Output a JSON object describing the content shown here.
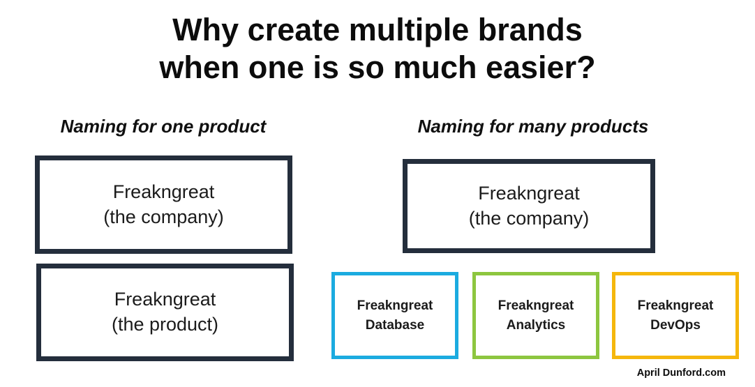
{
  "title": {
    "line1": "Why create multiple brands",
    "line2": "when one is so much easier?"
  },
  "left": {
    "heading": "Naming for one product",
    "box_company": {
      "name": "Freakngreat",
      "qualifier": "(the company)"
    },
    "box_product": {
      "name": "Freakngreat",
      "qualifier": "(the product)"
    }
  },
  "right": {
    "heading": "Naming for many products",
    "box_company": {
      "name": "Freakngreat",
      "qualifier": "(the company)"
    },
    "box_database": {
      "name": "Freakngreat",
      "label": "Database"
    },
    "box_analytics": {
      "name": "Freakngreat",
      "label": "Analytics"
    },
    "box_devops": {
      "name": "Freakngreat",
      "label": "DevOps"
    }
  },
  "footer": {
    "attribution": "April Dunford.com"
  },
  "colors": {
    "dark_border": "#242e3c",
    "database_border": "#1babe0",
    "analytics_border": "#8dc63f",
    "devops_border": "#f5b70c"
  }
}
